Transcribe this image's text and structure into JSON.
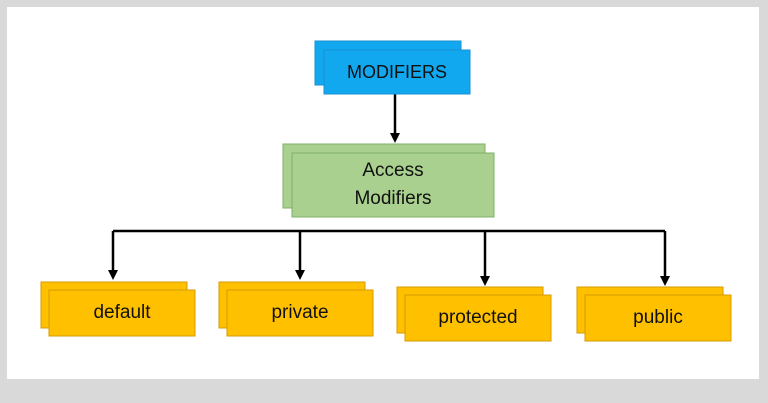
{
  "colors": {
    "root_fill": "#11a8f0",
    "root_stroke": "#1a8fd0",
    "mid_fill": "#a9d08e",
    "mid_stroke": "#7fb06a",
    "leaf_fill": "#ffc000",
    "leaf_stroke": "#d59b00",
    "connector": "#000000"
  },
  "root": {
    "label": "MODIFIERS"
  },
  "access": {
    "label_line1": "Access",
    "label_line2": "Modifiers"
  },
  "leaves": [
    {
      "label": "default"
    },
    {
      "label": "private"
    },
    {
      "label": "protected"
    },
    {
      "label": "public"
    }
  ]
}
